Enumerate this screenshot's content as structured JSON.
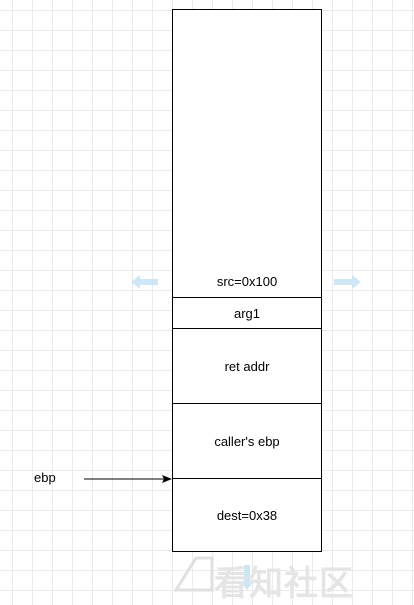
{
  "stack": {
    "src_label": "src=0x100",
    "arg1_label": "arg1",
    "ret_label": "ret addr",
    "caller_ebp_label": "caller's ebp",
    "dest_label": "dest=0x38"
  },
  "pointer": {
    "label": "ebp"
  },
  "watermark": {
    "text": "看知社区"
  },
  "colors": {
    "guide_arrow": "#c8e4f6",
    "arrow": "#000000"
  }
}
